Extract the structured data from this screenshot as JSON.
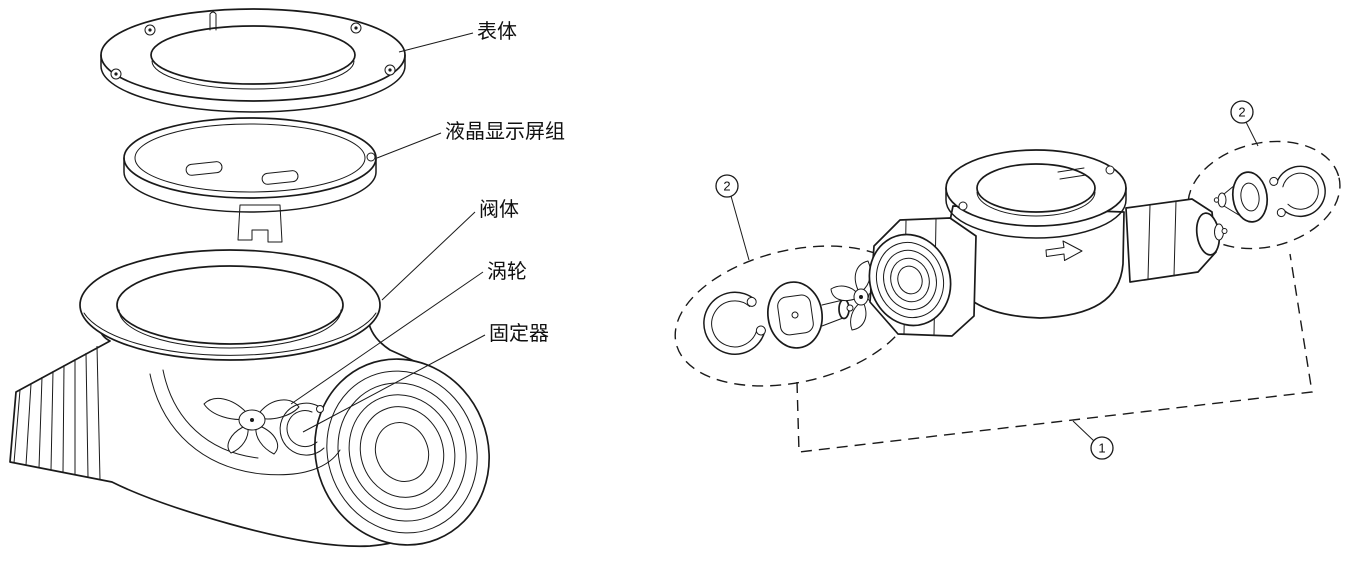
{
  "page": {
    "background": "#ffffff",
    "line_color": "#1a1a1a"
  },
  "exploded_view": {
    "labels": [
      {
        "id": "meter-body",
        "text": "表体"
      },
      {
        "id": "lcd-display-assembly",
        "text": "液晶显示屏组"
      },
      {
        "id": "valve-body",
        "text": "阀体"
      },
      {
        "id": "turbine",
        "text": "涡轮"
      },
      {
        "id": "retainer",
        "text": "固定器"
      }
    ]
  },
  "assembled_view": {
    "callouts": [
      {
        "id": "detail-2-left",
        "text": "2"
      },
      {
        "id": "detail-2-right",
        "text": "2"
      },
      {
        "id": "assembly-1",
        "text": "1"
      }
    ]
  }
}
